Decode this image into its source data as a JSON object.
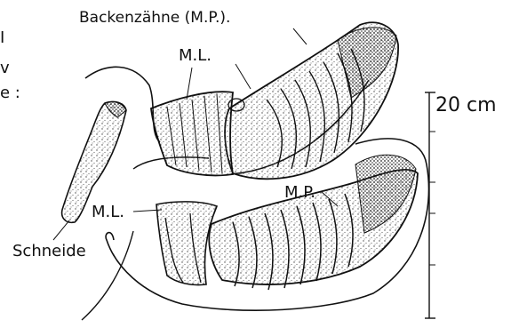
{
  "figure": {
    "title_label": "Backenzähne (M.P.).",
    "labels": {
      "ml_upper": "M.L.",
      "mp_lower": "M.P.",
      "ml_lower": "M.L.",
      "incisor": "Schneide"
    },
    "scale": {
      "value_label": "20 cm",
      "minor_ticks": 5
    },
    "clipped_text": [
      "I",
      "v",
      "e :"
    ],
    "colors": {
      "ink": "#111111",
      "stipple": "#444444",
      "background": "#ffffff"
    }
  }
}
